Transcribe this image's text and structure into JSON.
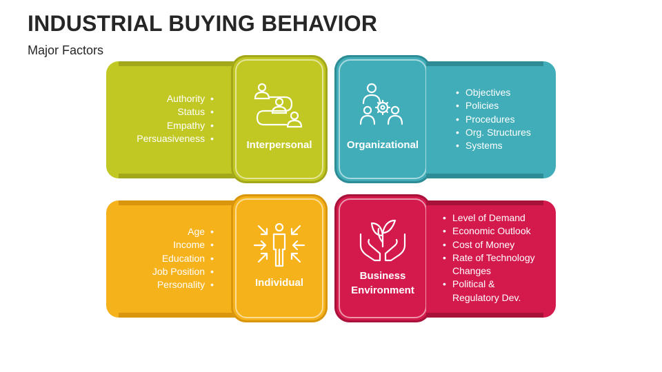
{
  "title": "INDUSTRIAL BUYING BEHAVIOR",
  "subtitle": "Major Factors",
  "quadrants": {
    "interpersonal": {
      "label": "Interpersonal",
      "color": "#c2c823",
      "dark": "#a3a81a",
      "icon": "people-path-icon",
      "items": [
        "Authority",
        "Status",
        "Empathy",
        "Persuasiveness"
      ]
    },
    "organizational": {
      "label": "Organizational",
      "color": "#40adb8",
      "dark": "#2d8c96",
      "icon": "team-gear-icon",
      "items": [
        "Objectives",
        "Policies",
        "Procedures",
        "Org. Structures",
        "Systems"
      ]
    },
    "individual": {
      "label": "Individual",
      "color": "#f6b21b",
      "dark": "#d9960d",
      "icon": "person-focus-icon",
      "items": [
        "Age",
        "Income",
        "Education",
        "Job Position",
        "Personality"
      ]
    },
    "business": {
      "label_line1": "Business",
      "label_line2": "Environment",
      "color": "#d41a4d",
      "dark": "#a8123a",
      "icon": "hands-plant-icon",
      "items": [
        "Level of Demand",
        "Economic Outlook",
        "Cost of Money",
        "Rate of Technology",
        "Changes",
        "Political &",
        "Regulatory Dev."
      ]
    }
  }
}
